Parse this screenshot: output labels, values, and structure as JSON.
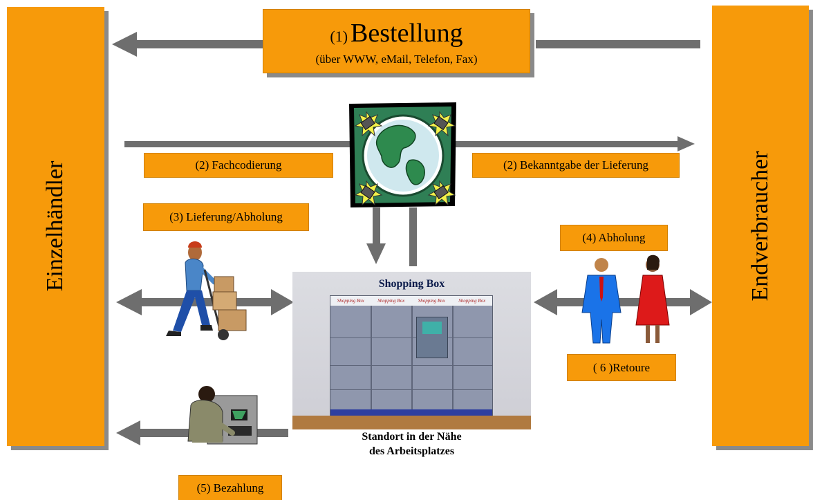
{
  "left_box": {
    "label": "Einzelhändler"
  },
  "right_box": {
    "label": "Endverbraucher"
  },
  "order": {
    "number": "(1)",
    "title": "Bestellung",
    "subtitle": "(über WWW, eMail, Telefon, Fax)"
  },
  "labels": {
    "coding": "(2) Fachcodierung",
    "announcement": "(2) Bekanntgabe der Lieferung",
    "delivery": "(3) Lieferung/Abholung",
    "pickup": "(4) Abholung",
    "payment": "(5) Bezahlung",
    "return": "( 6 )Retoure"
  },
  "shopping_box": {
    "title": "Shopping Box",
    "location_line1": "Standort in der Nähe",
    "location_line2": "des Arbeitsplatzes",
    "door_brand": "Shopping Box"
  },
  "colors": {
    "accent": "#f79a0a",
    "arrow": "#6e6e6e",
    "shadow": "#8a8a8a"
  }
}
